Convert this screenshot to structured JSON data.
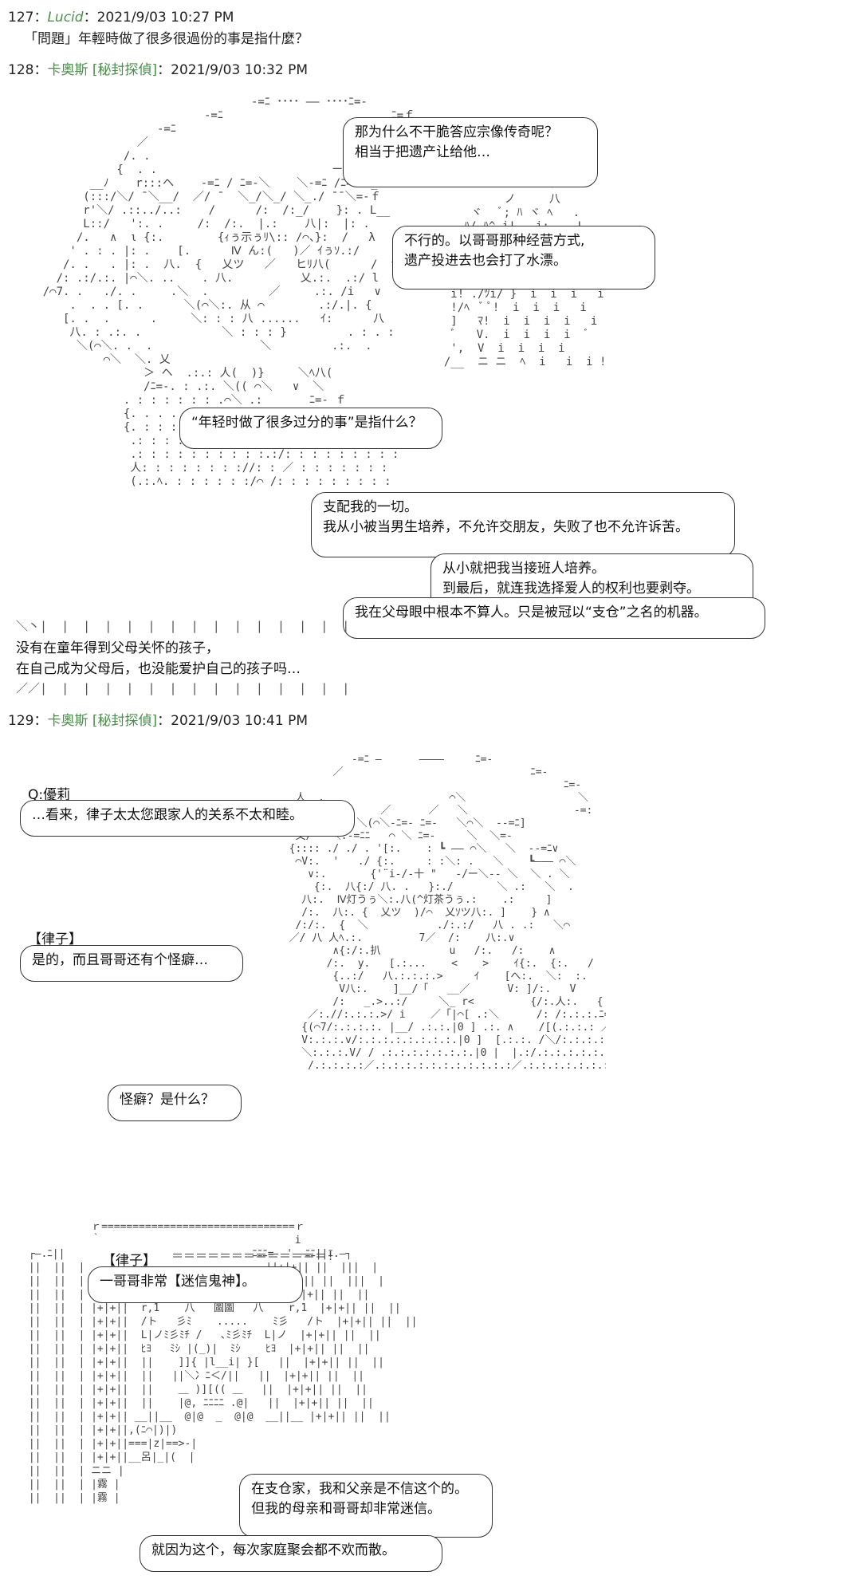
{
  "posts": [
    {
      "number": "127",
      "name": "Lucid",
      "date": "2021/9/03 10:27 PM",
      "body": "「問題」年輕時做了很多很過份的事是指什麼？"
    },
    {
      "number": "128",
      "name": "卡奧斯 [秘封探偵]",
      "date": "2021/9/03 10:32 PM",
      "bubbles": [
        {
          "lines": [
            "那为什么不干脆答应宗像传奇呢？",
            "相当于把遗产让给他…"
          ]
        },
        {
          "lines": [
            "不行的。以哥哥那种经营方式,",
            "遗产投进去也会打了水漂。"
          ]
        },
        {
          "lines": [
            "“年轻时做了很多过分的事”是指什么？"
          ]
        },
        {
          "lines": [
            "支配我的一切。",
            "我从小被当男生培养，不允许交朋友，失败了也不允许诉苦。"
          ]
        },
        {
          "lines": [
            "从小就把我当接班人培养。",
            "到最后，就连我选择爱人的权利也要剥夺。"
          ]
        },
        {
          "lines": [
            "我在父母眼中根本不算人。只是被冠以“支仓”之名的机器。"
          ]
        }
      ],
      "caption": [
        "没有在童年得到父母关怀的孩子，",
        "在自己成为父母后，也没能爱护自己的孩子吗…"
      ]
    },
    {
      "number": "129",
      "name": "卡奧斯 [秘封探偵]",
      "date": "2021/9/03 10:41 PM",
      "speaker_q": "Q:優莉",
      "bubble_q": "…看来，律子太太您跟家人的关系不太和睦。",
      "speaker_r": "【律子】",
      "bubble_r": "是的，而且哥哥还有个怪癖…",
      "bubble_q2": "怪癖？是什么？",
      "speaker_r2": "【律子】",
      "bubble_r2": "一哥哥非常【迷信鬼神】。",
      "bubble_r3": [
        "在支仓家，我和父亲是不信这个的。",
        "但我的母亲和哥哥却非常迷信。"
      ],
      "bubble_r4": "就因为这个，每次家庭聚会都不欢而散。"
    }
  ]
}
